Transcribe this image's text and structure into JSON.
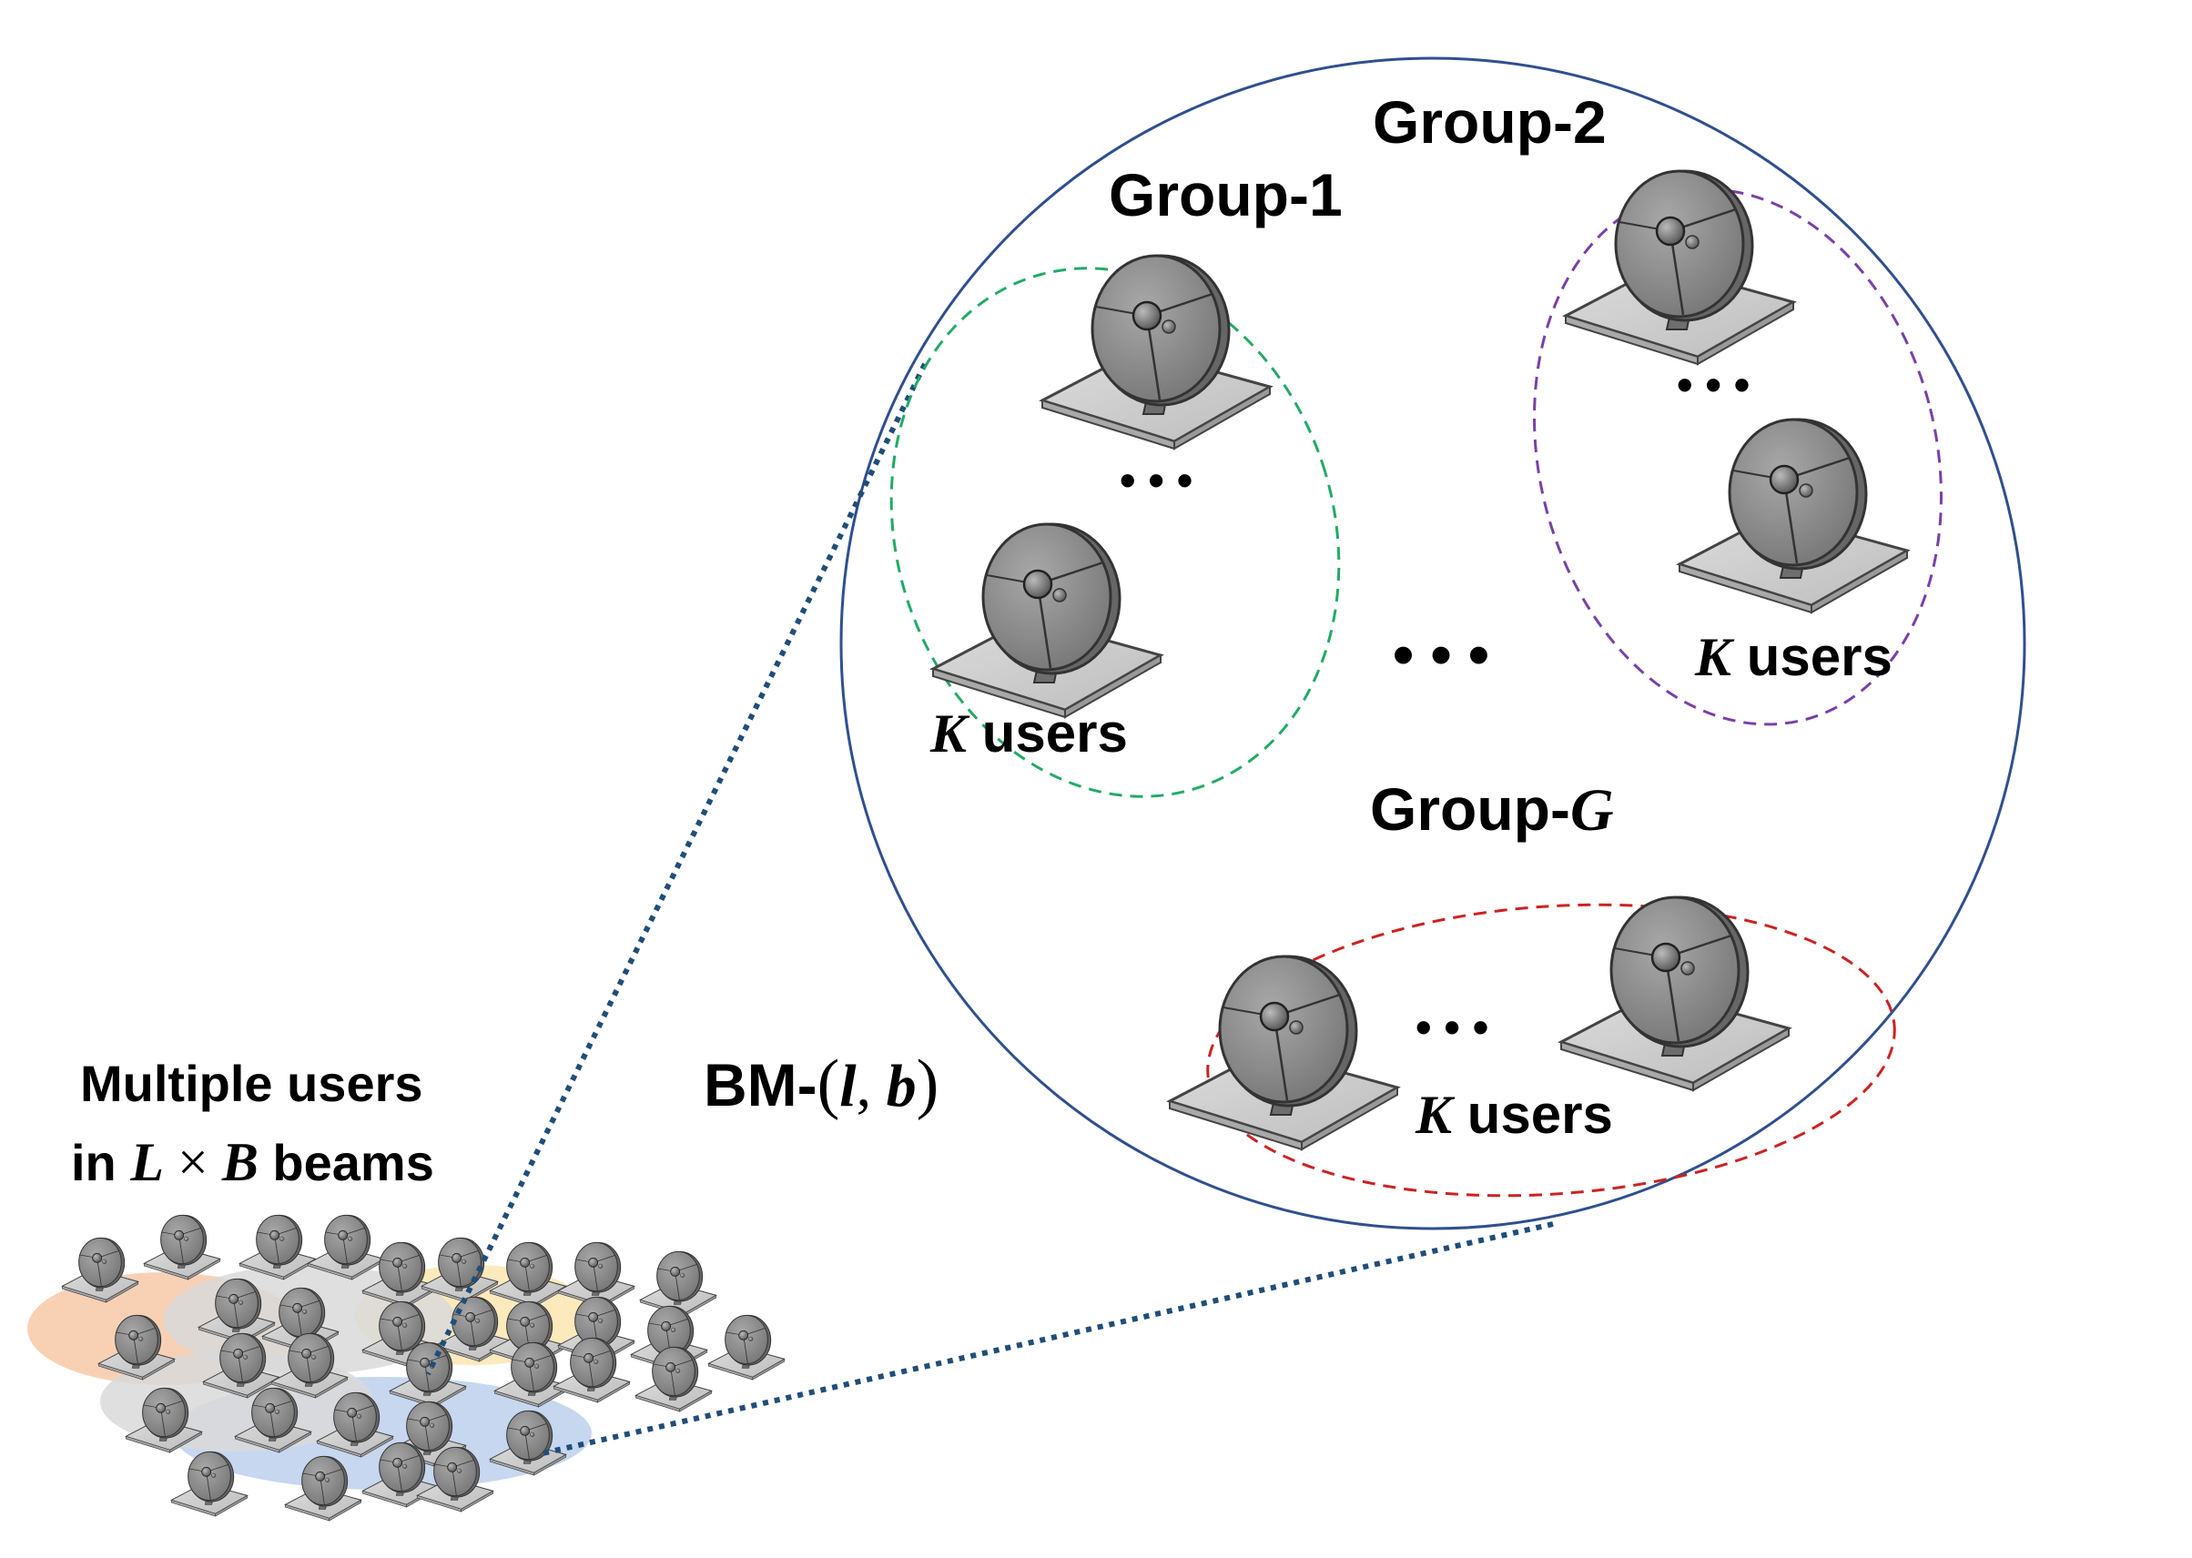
{
  "labels": {
    "group1": "Group-1",
    "group2": "Group-2",
    "groupG_prefix": "Group-",
    "groupG_var": "G",
    "k_var": "K",
    "k_users": " users",
    "bm_prefix": "BM-",
    "bm_open": "(",
    "bm_l": "l",
    "bm_comma": ", ",
    "bm_b": "b",
    "bm_close": ")",
    "multi_line1": "Multiple users",
    "multi_in": "in ",
    "multi_L": "L",
    "multi_times": " × ",
    "multi_B": "B",
    "multi_beams": " beams",
    "ellipsis": "• • •"
  },
  "colors": {
    "big_circle": "#2f4f8f",
    "group1_outline": "#22aa66",
    "group2_outline": "#7a3fa8",
    "groupG_outline": "#cc2222",
    "zoom_lines": "#1f4e79",
    "beam_orange": "#f7c9a8",
    "beam_blue": "#bcd0ec",
    "beam_yellow": "#fbe6b0",
    "beam_gray": "#d9d9d9",
    "dish": "#8c8c8c",
    "base": "#cfcfcf"
  },
  "icons": [
    "satellite-dish-icon"
  ]
}
